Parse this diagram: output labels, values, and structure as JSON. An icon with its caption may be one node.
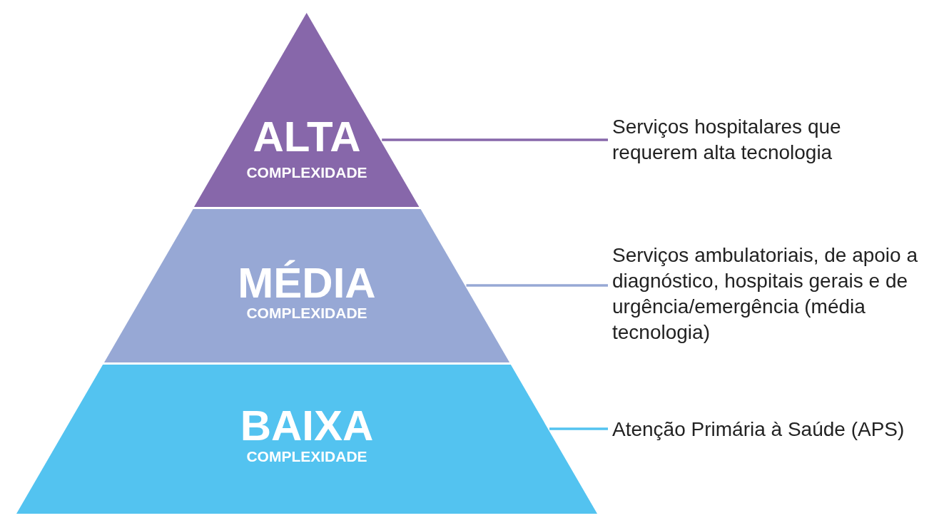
{
  "diagram": {
    "nodes": [
      {
        "text": [
          "ALTA",
          "COMPLEXIDADE"
        ]
      },
      {
        "text": [
          "MÉDIA",
          "COMPLEXIDADE"
        ]
      },
      {
        "text": [
          "BAIXA",
          "COMPLEXIDADE"
        ]
      },
      {
        "text": [
          "Serviços hospitalares que requerem alta tecnologia"
        ]
      },
      {
        "text": [
          "Serviços ambulatoriais, de apoio a diagnóstico, hospitais gerais e de urgência/emergência (média tecnologia)"
        ]
      },
      {
        "text": [
          "Atenção Primária à Saúde (APS)"
        ]
      }
    ],
    "edges": [
      {
        "from": 3,
        "to": 0,
        "arrow": "none",
        "color": "#8767aa"
      },
      {
        "from": 4,
        "to": 1,
        "arrow": "none",
        "color": "#97a8d5"
      },
      {
        "from": 5,
        "to": 2,
        "arrow": "none",
        "color": "#53c3f0"
      }
    ]
  }
}
